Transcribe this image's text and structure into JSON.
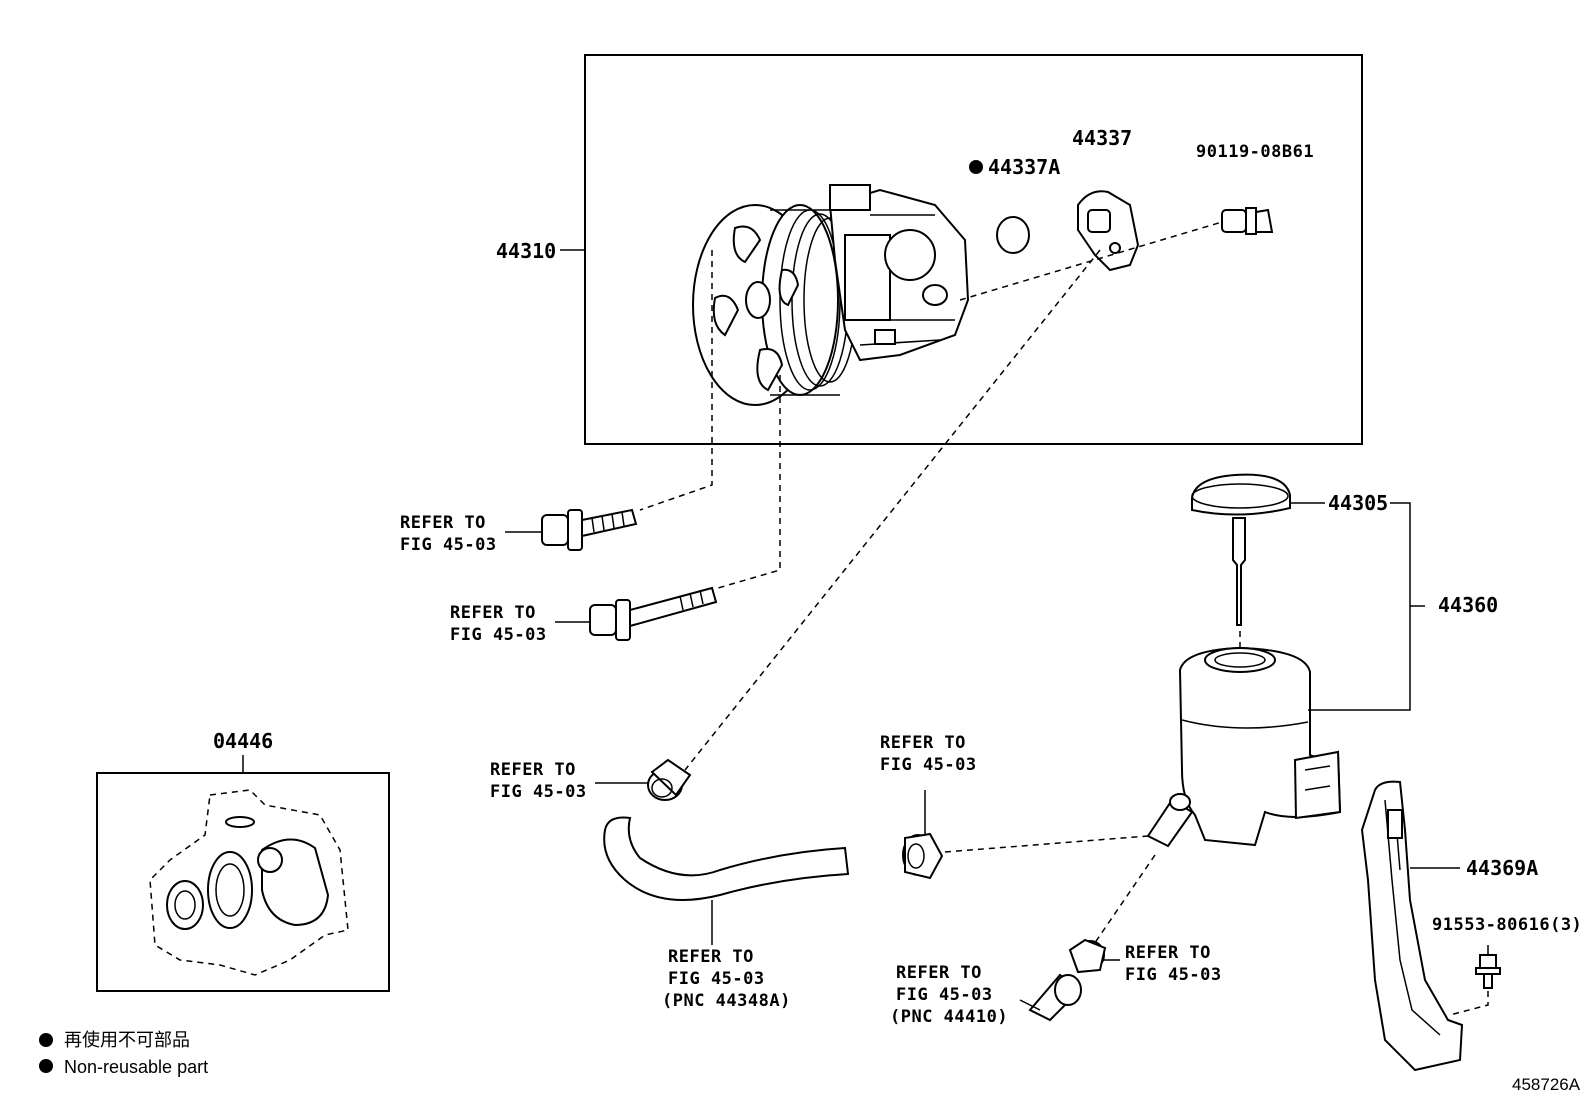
{
  "parts": {
    "p44310": "44310",
    "p44337A": "44337A",
    "p44337": "44337",
    "p90119": "90119-08B61",
    "p44305": "44305",
    "p44360": "44360",
    "p44369A": "44369A",
    "p91553": "91553-80616(3)",
    "p04446": "04446"
  },
  "refs": {
    "line1": "REFER TO",
    "line2": "FIG 45-03",
    "pnc_hose": "(PNC 44348A)",
    "pnc_return": "(PNC 44410)"
  },
  "legend": {
    "japanese": "再使用不可部品",
    "english": "Non-reusable part"
  },
  "figure_id": "458726A",
  "icons": {
    "non_reusable_marker": "filled-circle"
  }
}
